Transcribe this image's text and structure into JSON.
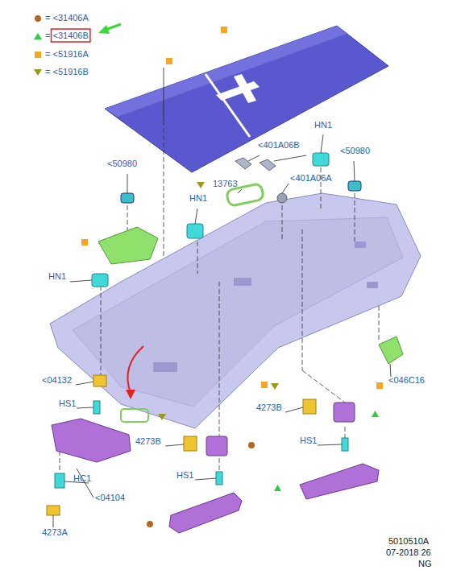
{
  "diagram": {
    "labels": [
      "<401A06B",
      "HN1",
      "<50980",
      "<50980",
      "<401A06A",
      "13763",
      "HN1",
      "HN1",
      "<04132",
      "HS1",
      "HC1",
      "<04104",
      "4273A",
      "4273B",
      "HS1",
      "4273B",
      "HS1",
      "<046C16",
      "5010510A",
      "07-2018 26",
      "NG"
    ],
    "legend": [
      {
        "text": "= <31406A",
        "color": "#b8651f"
      },
      {
        "text": "= <31406B",
        "color": "#2ecc40"
      },
      {
        "text": "= <51916A",
        "color": "#f5a623"
      },
      {
        "text": "= <51916B",
        "color": "#9a9a1a"
      }
    ]
  }
}
